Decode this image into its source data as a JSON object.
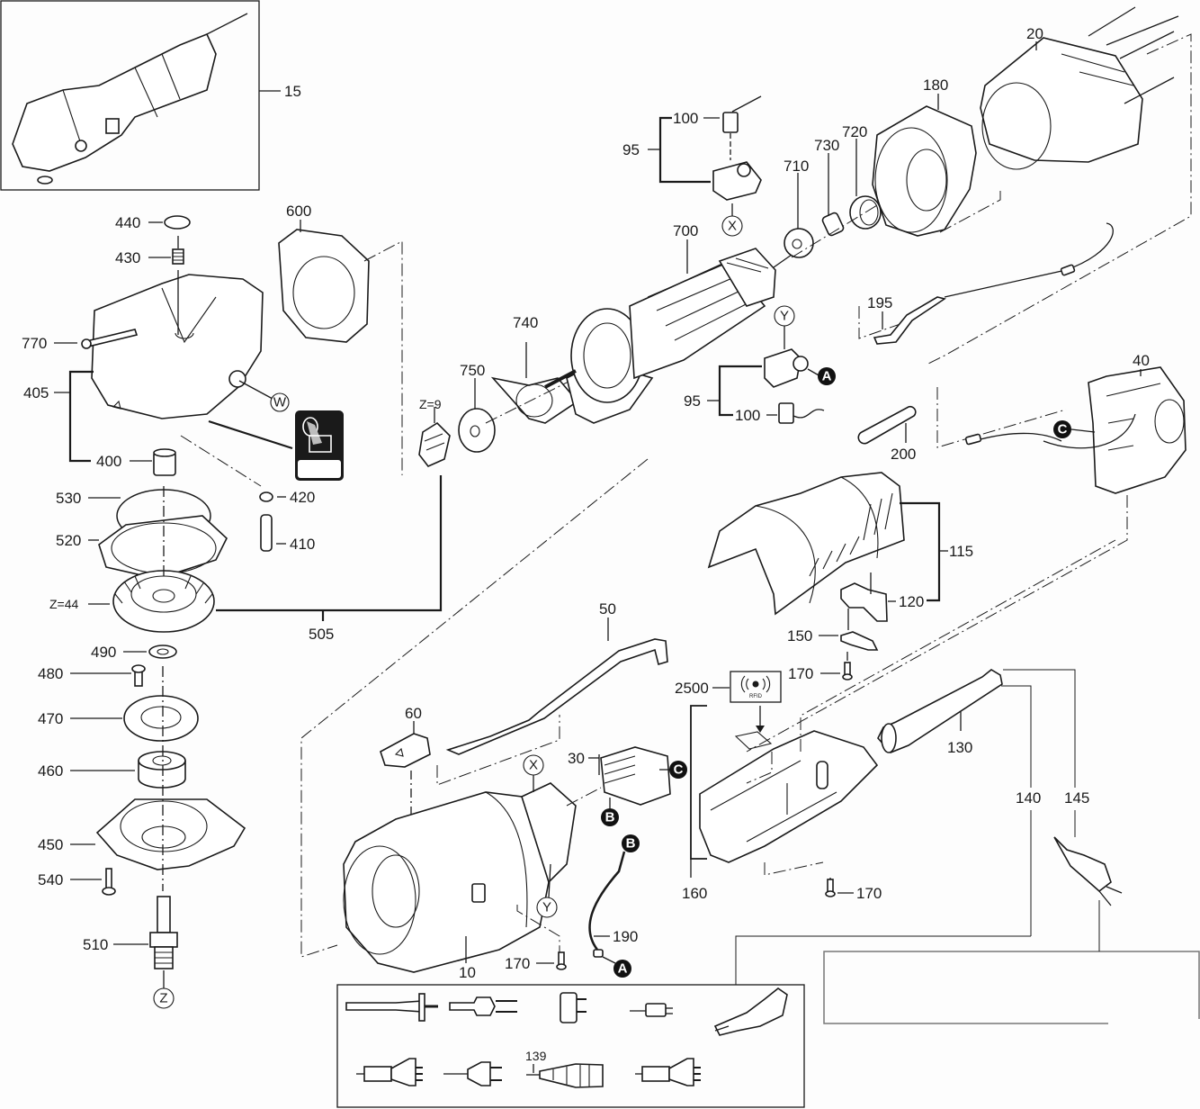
{
  "diagram": {
    "type": "exploded-parts-view",
    "subject": "angle grinder / polisher",
    "labels": {
      "p15": "15",
      "p20": "20",
      "p180": "180",
      "p720": "720",
      "p730": "730",
      "p710": "710",
      "p100a": "100",
      "p95a": "95",
      "p700": "700",
      "p740": "740",
      "p750": "750",
      "z9": "Z=9",
      "p95b": "95",
      "p100b": "100",
      "p195": "195",
      "p40": "40",
      "p200": "200",
      "p440": "440",
      "p430": "430",
      "p600": "600",
      "p770": "770",
      "p405": "405",
      "p400": "400",
      "p420": "420",
      "p410": "410",
      "p530": "530",
      "p520": "520",
      "z44": "Z=44",
      "p505": "505",
      "p490": "490",
      "p480": "480",
      "p470": "470",
      "p460": "460",
      "p450": "450",
      "p540": "540",
      "p510": "510",
      "p115": "115",
      "p120": "120",
      "p150": "150",
      "p170a": "170",
      "p2500": "2500",
      "p50": "50",
      "p60": "60",
      "p30": "30",
      "p130": "130",
      "p140": "140",
      "p145": "145",
      "p160": "160",
      "p170b": "170",
      "p190": "190",
      "p10": "10",
      "p170c": "170",
      "p139": "139"
    },
    "refs": {
      "W": "W",
      "X1": "X",
      "X2": "X",
      "Y1": "Y",
      "Y2": "Y",
      "Z": "Z",
      "A1": "A",
      "A2": "A",
      "B1": "B",
      "B2": "B",
      "C1": "C",
      "C2": "C"
    },
    "rfid_tag": "RFID",
    "plug_variants_count": 9
  }
}
